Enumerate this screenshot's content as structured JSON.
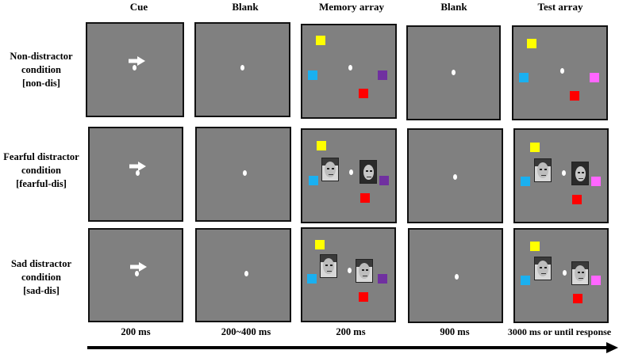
{
  "columns": {
    "cue": "Cue",
    "blank1": "Blank",
    "memory": "Memory array",
    "blank2": "Blank",
    "test": "Test array"
  },
  "rows": {
    "nondis": [
      "Non-distractor",
      "condition",
      "[non-dis]"
    ],
    "fearful": [
      "Fearful distractor",
      "condition",
      "[fearful-dis]"
    ],
    "sad": [
      "Sad distractor",
      "condition",
      "[sad-dis]"
    ]
  },
  "timing": {
    "cue": "200 ms",
    "blank1": "200~400 ms",
    "memory": "200 ms",
    "blank2": "900  ms",
    "test": "3000 ms or until response"
  },
  "colors": {
    "background": "#808080",
    "yellow": "#ffff00",
    "blue": "#1ab0f0",
    "purple": "#7030a0",
    "red": "#ff0000",
    "pink": "#ff66ff"
  },
  "icons": {
    "cue": "arrow-right-icon",
    "fixation": "fixation-dot",
    "faces": "face-photo-icon"
  }
}
